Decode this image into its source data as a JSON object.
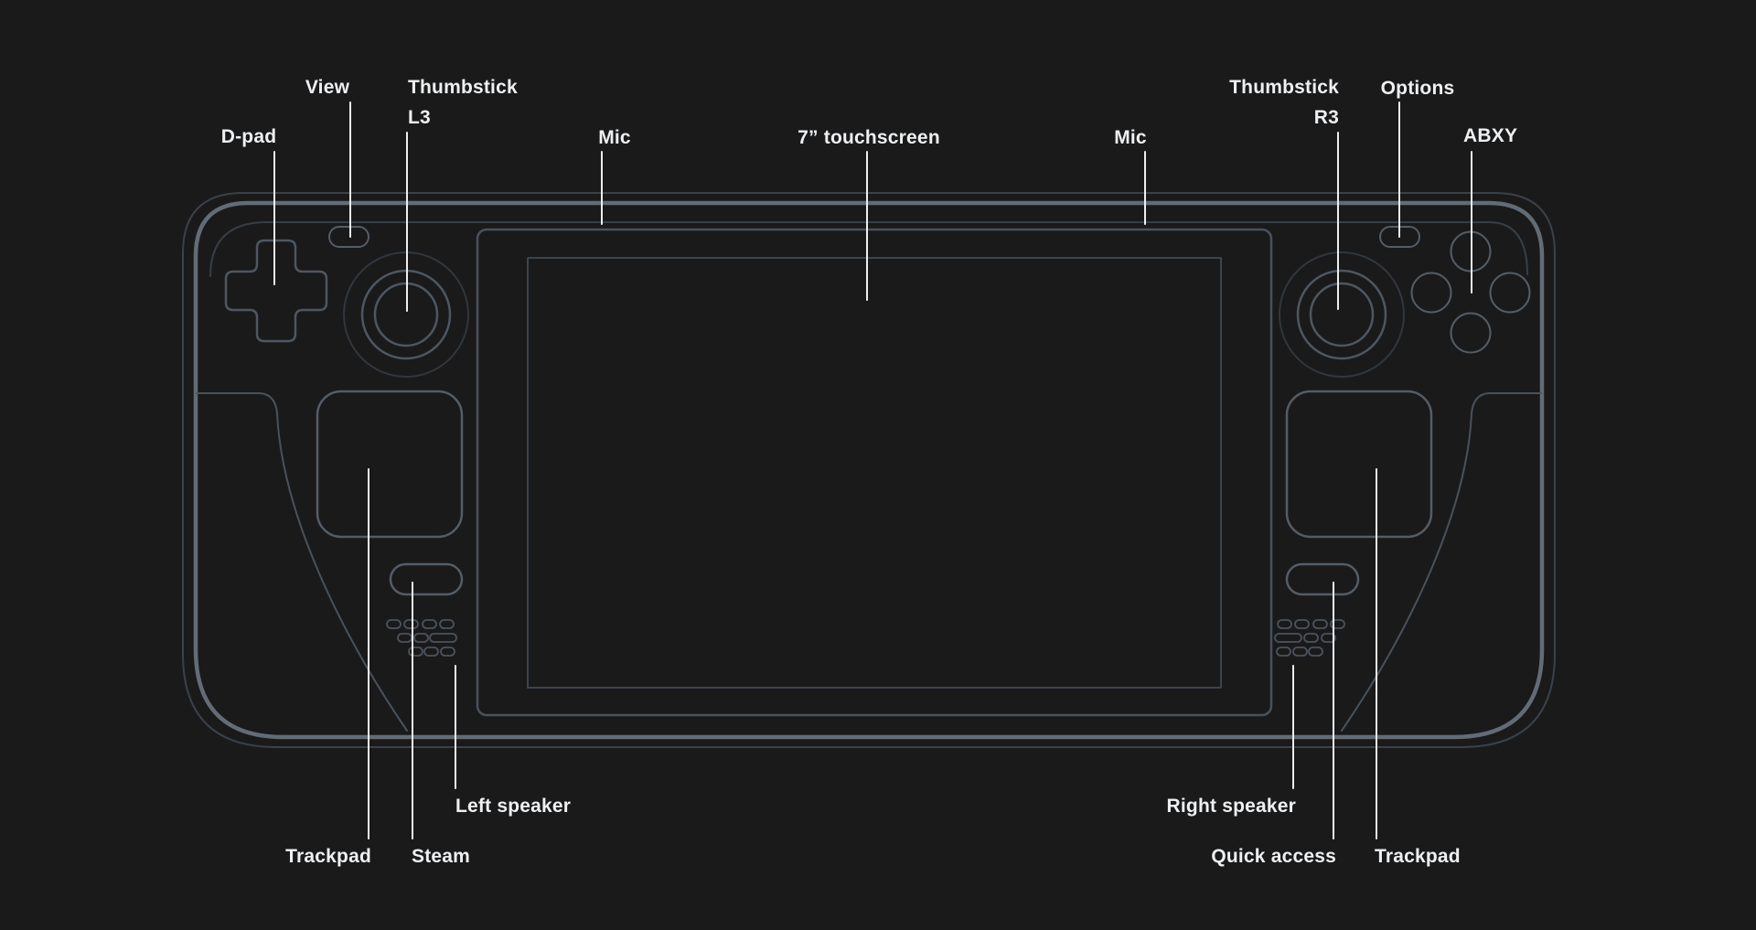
{
  "labels": {
    "dpad": "D-pad",
    "view": "View",
    "thumbstick_l3": [
      "Thumbstick",
      "L3"
    ],
    "mic_left": "Mic",
    "touchscreen": "7” touchscreen",
    "mic_right": "Mic",
    "thumbstick_r3": [
      "Thumbstick",
      "R3"
    ],
    "options": "Options",
    "abxy": "ABXY",
    "trackpad_left": "Trackpad",
    "steam": "Steam",
    "left_speaker": "Left speaker",
    "right_speaker": "Right speaker",
    "quick_access": "Quick access",
    "trackpad_right": "Trackpad"
  },
  "colors": {
    "background": "#1a1a1b",
    "outline_bright": "#626c77",
    "outline_dim": "#3a4149",
    "control_outline": "#545d66",
    "leader": "#eceef0",
    "label_text": "#eef0f2"
  }
}
